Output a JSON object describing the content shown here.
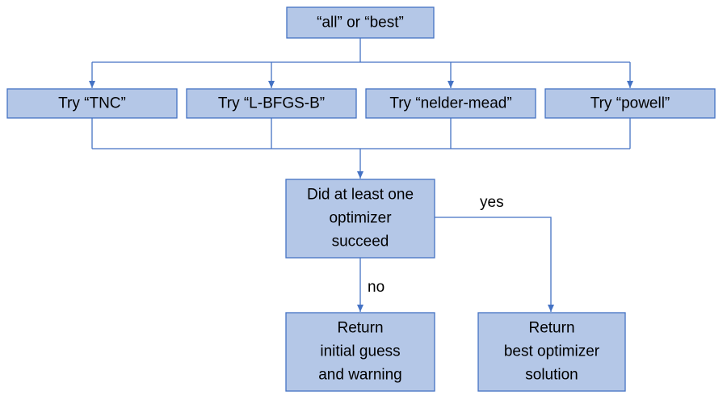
{
  "nodes": {
    "start": {
      "label": "“all” or “best”"
    },
    "try_tnc": {
      "label": "Try “TNC”"
    },
    "try_lbfgsb": {
      "label": "Try “L-BFGS-B”"
    },
    "try_nelder_mead": {
      "label": "Try “nelder-mead”"
    },
    "try_powell": {
      "label": "Try “powell”"
    },
    "decision": {
      "lines": [
        "Did at least one",
        "optimizer",
        "succeed"
      ]
    },
    "return_initial": {
      "lines": [
        "Return",
        "initial guess",
        "and warning"
      ]
    },
    "return_best": {
      "lines": [
        "Return",
        "best optimizer",
        "solution"
      ]
    }
  },
  "edge_labels": {
    "yes": "yes",
    "no": "no"
  },
  "colors": {
    "box_fill": "#b4c7e7",
    "box_stroke": "#4472c4",
    "connector": "#4472c4"
  }
}
